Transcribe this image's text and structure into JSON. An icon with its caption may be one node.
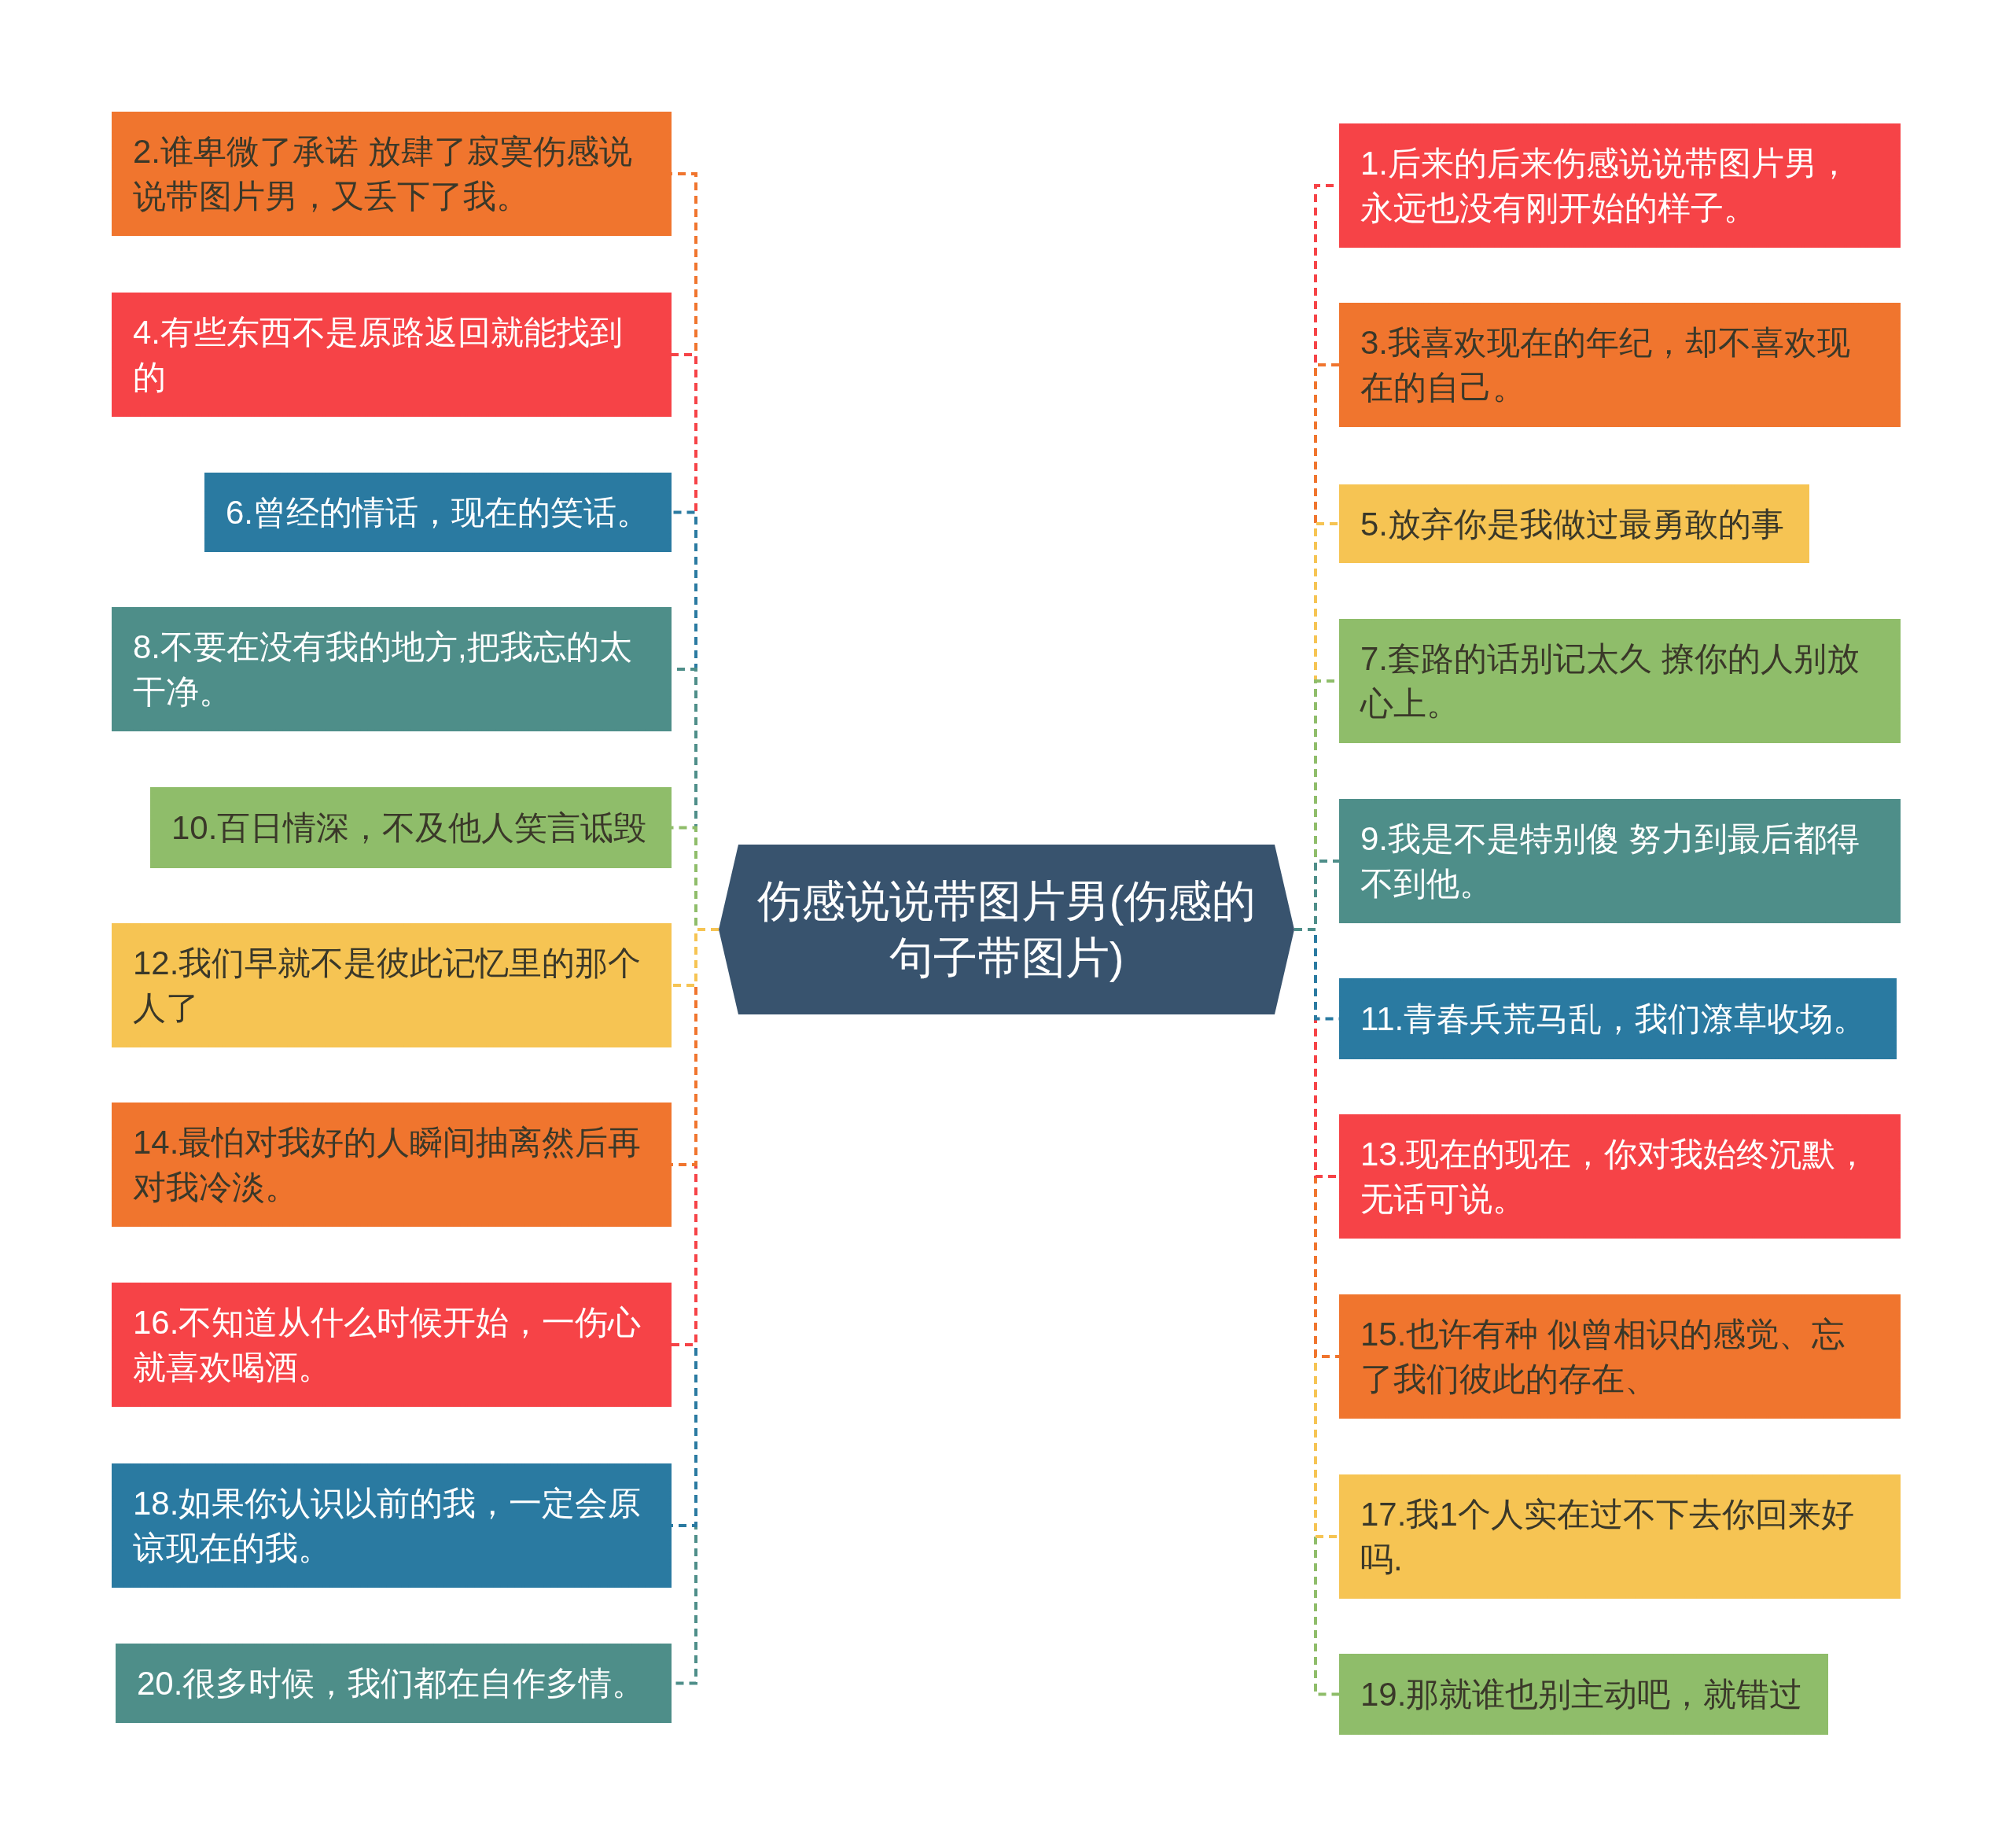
{
  "diagram": {
    "nodes": [
      {
        "text": [
          "伤感说说带图片男(伤感的句子带图片)"
        ]
      },
      {
        "text": [
          "1.后来的后来伤感说说带图片男，永远也没有刚开始的样子。"
        ]
      },
      {
        "text": [
          "2.谁卑微了承诺 放肆了寂寞伤感说说带图片男，又丢下了我。"
        ]
      },
      {
        "text": [
          "3.我喜欢现在的年纪，却不喜欢现在的自己。"
        ]
      },
      {
        "text": [
          "4.有些东西不是原路返回就能找到的"
        ]
      },
      {
        "text": [
          "5.放弃你是我做过最勇敢的事"
        ]
      },
      {
        "text": [
          "6.曾经的情话，现在的笑话。"
        ]
      },
      {
        "text": [
          "7.套路的话别记太久 撩你的人别放心上。"
        ]
      },
      {
        "text": [
          "8.不要在没有我的地方,把我忘的太干净。"
        ]
      },
      {
        "text": [
          "9.我是不是特别傻 努力到最后都得不到他。"
        ]
      },
      {
        "text": [
          "10.百日情深，不及他人笑言诋毁"
        ]
      },
      {
        "text": [
          "11.青春兵荒马乱，我们潦草收场。"
        ]
      },
      {
        "text": [
          "12.我们早就不是彼此记忆里的那个人了"
        ]
      },
      {
        "text": [
          "13.现在的现在，你对我始终沉默，无话可说。"
        ]
      },
      {
        "text": [
          "14.最怕对我好的人瞬间抽离然后再对我冷淡。"
        ]
      },
      {
        "text": [
          "15.也许有种 似曾相识的感觉、忘了我们彼此的存在、"
        ]
      },
      {
        "text": [
          "16.不知道从什么时候开始，一伤心就喜欢喝酒。"
        ]
      },
      {
        "text": [
          "17.我1个人实在过不下去你回来好吗."
        ]
      },
      {
        "text": [
          "18.如果你认识以前的我，一定会原谅现在的我。"
        ]
      },
      {
        "text": [
          "19.那就谁也别主动吧，就错过"
        ]
      },
      {
        "text": [
          "20.很多时候，我们都在自作多情。"
        ]
      }
    ],
    "edges": [
      {
        "from": 0,
        "to": 1,
        "arrow": "none",
        "color": "#f64347"
      },
      {
        "from": 0,
        "to": 2,
        "arrow": "none",
        "color": "#f0752e"
      },
      {
        "from": 0,
        "to": 3,
        "arrow": "none",
        "color": "#f0752e"
      },
      {
        "from": 0,
        "to": 4,
        "arrow": "none",
        "color": "#f64347"
      },
      {
        "from": 0,
        "to": 5,
        "arrow": "none",
        "color": "#f6c453"
      },
      {
        "from": 0,
        "to": 6,
        "arrow": "none",
        "color": "#2a7aa1"
      },
      {
        "from": 0,
        "to": 7,
        "arrow": "none",
        "color": "#8fbd6a"
      },
      {
        "from": 0,
        "to": 8,
        "arrow": "none",
        "color": "#4e8e89"
      },
      {
        "from": 0,
        "to": 9,
        "arrow": "none",
        "color": "#4e8e89"
      },
      {
        "from": 0,
        "to": 10,
        "arrow": "none",
        "color": "#8fbd6a"
      },
      {
        "from": 0,
        "to": 11,
        "arrow": "none",
        "color": "#2a7aa1"
      },
      {
        "from": 0,
        "to": 12,
        "arrow": "none",
        "color": "#f6c453"
      },
      {
        "from": 0,
        "to": 13,
        "arrow": "none",
        "color": "#f64347"
      },
      {
        "from": 0,
        "to": 14,
        "arrow": "none",
        "color": "#f0752e"
      },
      {
        "from": 0,
        "to": 15,
        "arrow": "none",
        "color": "#f0752e"
      },
      {
        "from": 0,
        "to": 16,
        "arrow": "none",
        "color": "#f64347"
      },
      {
        "from": 0,
        "to": 17,
        "arrow": "none",
        "color": "#f6c453"
      },
      {
        "from": 0,
        "to": 18,
        "arrow": "none",
        "color": "#2a7aa1"
      },
      {
        "from": 0,
        "to": 19,
        "arrow": "none",
        "color": "#8fbd6a"
      },
      {
        "from": 0,
        "to": 20,
        "arrow": "none",
        "color": "#4e8e89"
      }
    ]
  }
}
